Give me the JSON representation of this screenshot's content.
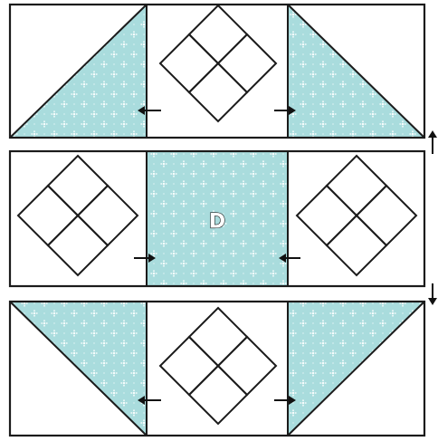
{
  "diagram": {
    "center_label": "D",
    "colors": {
      "aqua": "#a9dcdd",
      "aqua_flower": "#ffffff",
      "red": "#e4544f",
      "red_flower": "#f4a7a5",
      "red_leaf": "#5e9a4f",
      "yellow": "#f6df5d",
      "yellow_dot": "#fbee9f",
      "background": "#ffffff",
      "outline": "#1b1b1b"
    },
    "rows": [
      {
        "name": "top-row",
        "units": [
          "hst-left",
          "four-patch-single",
          "hst-right"
        ],
        "pressing_arrows": [
          "left",
          "right"
        ],
        "row_arrow": "up"
      },
      {
        "name": "middle-row",
        "units": [
          "four-patch-double",
          "center-square",
          "four-patch-double"
        ],
        "pressing_arrows": [
          "right",
          "left"
        ],
        "row_arrow": "none"
      },
      {
        "name": "bottom-row",
        "units": [
          "hst-left-inverted",
          "four-patch-single",
          "hst-right-inverted"
        ],
        "pressing_arrows": [
          "left",
          "right"
        ],
        "row_arrow": "down"
      }
    ]
  }
}
